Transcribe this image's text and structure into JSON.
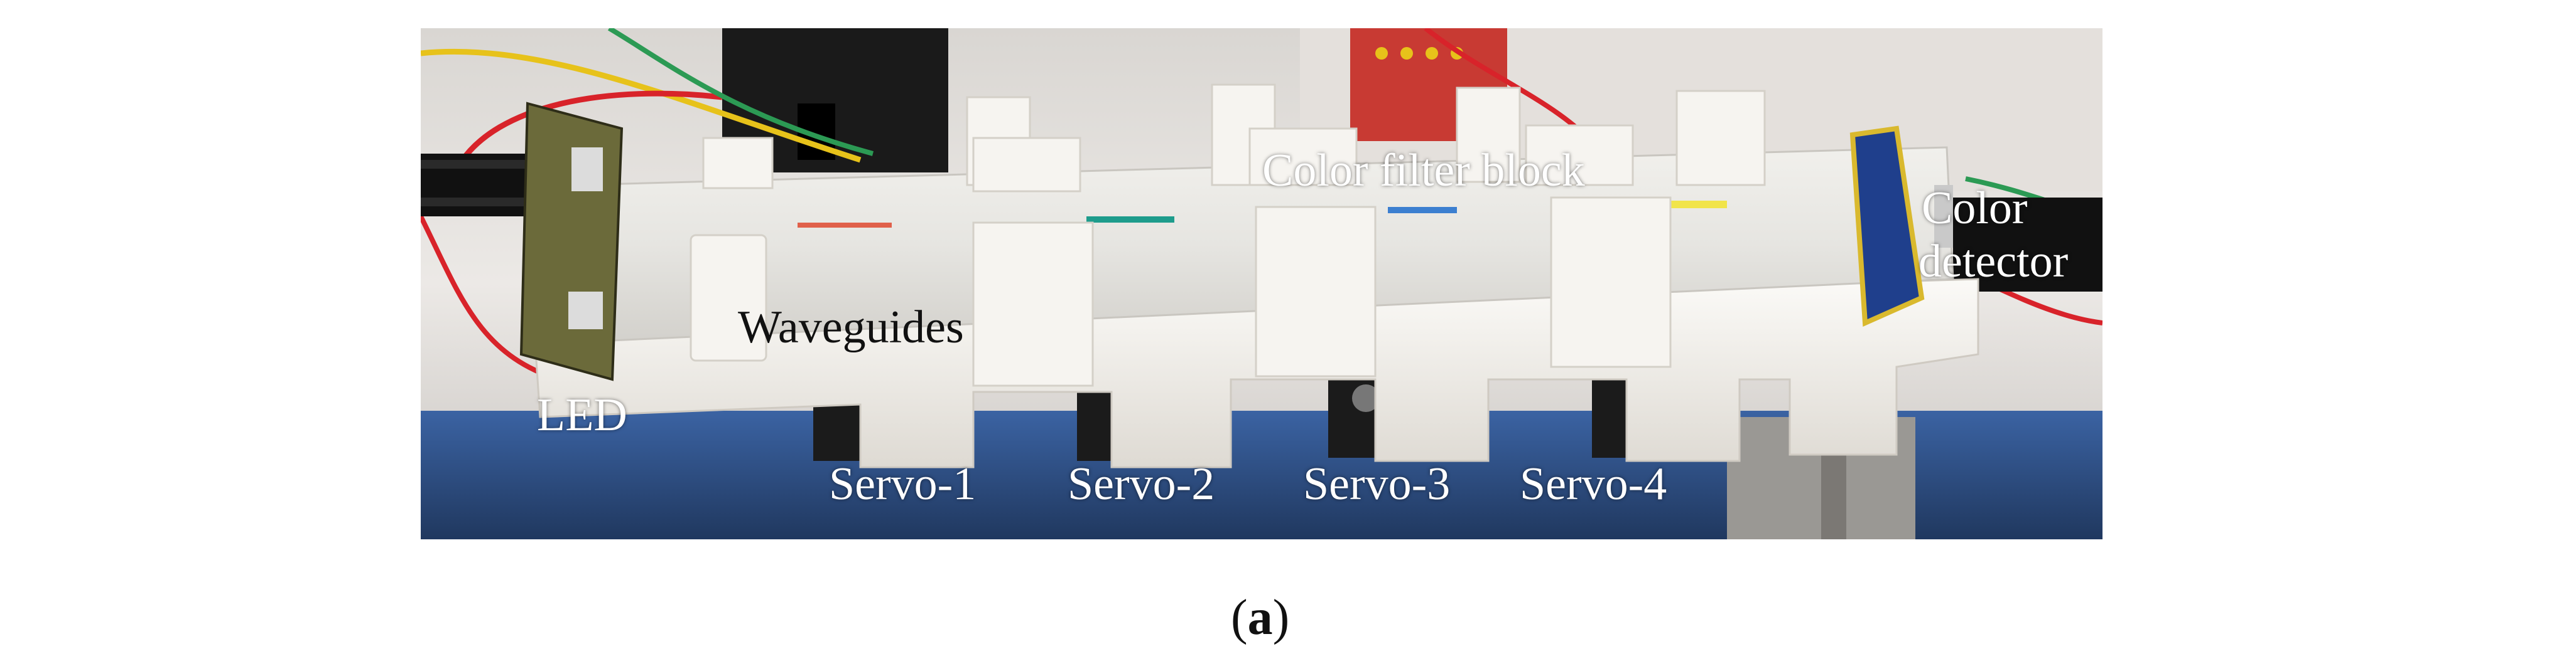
{
  "figure": {
    "labels": {
      "color_filter_block": "Color filter block",
      "color_detector_line1": "Color",
      "color_detector_line2": "detector",
      "waveguides": "Waveguides",
      "led": "LED",
      "servo_1": "Servo-1",
      "servo_2": "Servo-2",
      "servo_3": "Servo-3",
      "servo_4": "Servo-4"
    },
    "caption": {
      "open": "(",
      "letter": "a",
      "close": ")"
    },
    "colors": {
      "background": "#ffffff",
      "photo_background": "#e9e6e4",
      "printed_part": "#f4f2ee",
      "base_blue": "#2e4f86",
      "servo_black": "#1b1b1b",
      "filter_red": "#e0604a",
      "filter_teal": "#1e9c8c",
      "filter_blue": "#3c7fd0",
      "filter_yellow": "#f1e44a",
      "wire_red": "#d8232a",
      "wire_yellow": "#e7c21a",
      "wire_green": "#2c9a54"
    }
  }
}
